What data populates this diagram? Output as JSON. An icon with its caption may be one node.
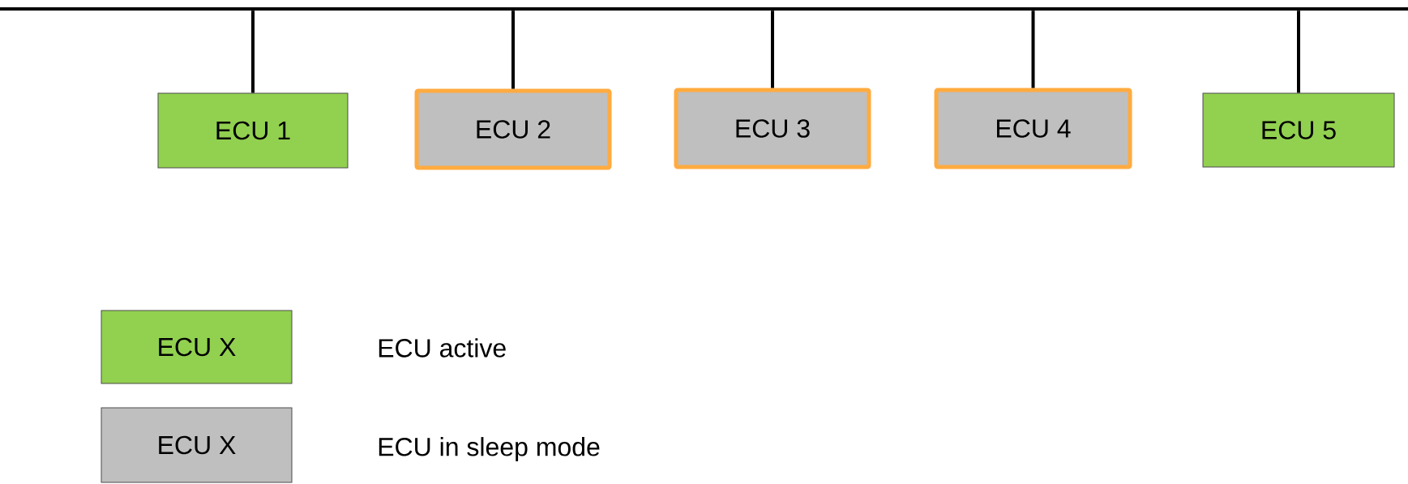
{
  "diagram": {
    "nodes": [
      {
        "text": [],
        "shape": "bar"
      },
      {
        "text": [
          "ECU 1"
        ]
      },
      {
        "text": [
          "ECU 2"
        ]
      },
      {
        "text": [
          "ECU 3"
        ]
      },
      {
        "text": [
          "ECU 4"
        ]
      },
      {
        "text": [
          "ECU 5"
        ]
      }
    ],
    "edges": [
      {
        "from": 0,
        "to": 1,
        "arrow": "none"
      },
      {
        "from": 0,
        "to": 2,
        "arrow": "none"
      },
      {
        "from": 0,
        "to": 3,
        "arrow": "none"
      },
      {
        "from": 0,
        "to": 4,
        "arrow": "none"
      },
      {
        "from": 0,
        "to": 5,
        "arrow": "none"
      }
    ],
    "labels": [
      "ECU X",
      "ECU X"
    ],
    "legend": [
      {
        "text": "ECU active",
        "color": "#92d050"
      },
      {
        "text": "ECU in sleep mode",
        "color": "#bfbfbf"
      }
    ]
  }
}
